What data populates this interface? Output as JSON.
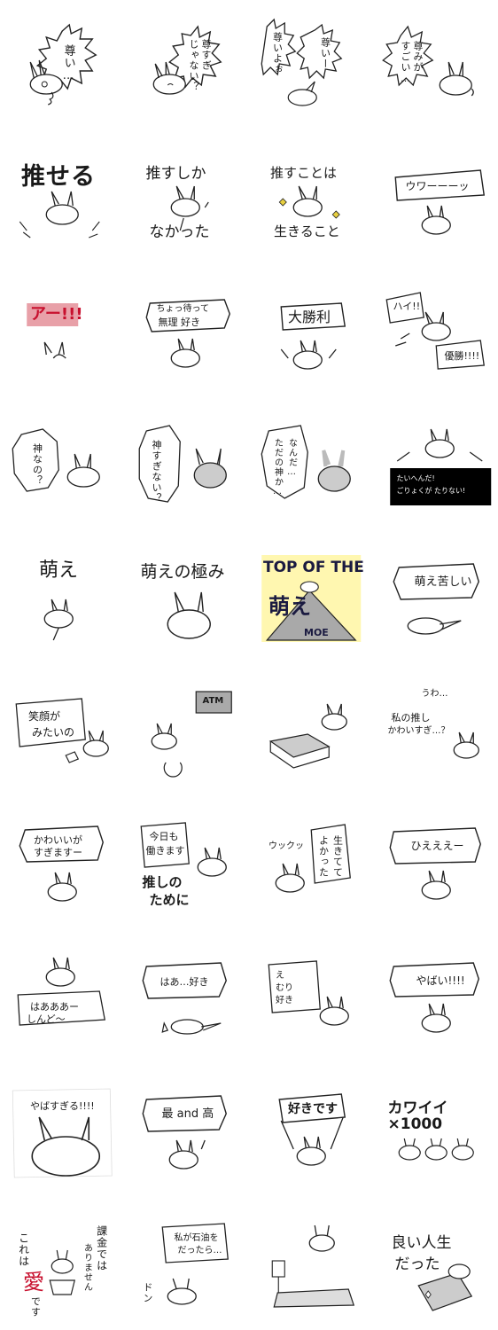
{
  "palette": {
    "ink": "#1a1a1a",
    "bg": "#ffffff",
    "yellow": "#fff7b0",
    "gray": "#a9a9a9",
    "black": "#000000",
    "red": "#c8102e",
    "pink": "#e8a0a8"
  },
  "stickers": [
    {
      "id": "r1c1",
      "lines": [
        "尊い…"
      ]
    },
    {
      "id": "r1c2",
      "lines": [
        "尊すぎ",
        "じゃない？"
      ]
    },
    {
      "id": "r1c3",
      "lines": [
        "尊いよぉ",
        "尊いー"
      ]
    },
    {
      "id": "r1c4",
      "lines": [
        "尊みが",
        "すごい…"
      ]
    },
    {
      "id": "r2c1",
      "lines": [
        "推せる"
      ]
    },
    {
      "id": "r2c2",
      "lines": [
        "推すしか",
        "なかった"
      ]
    },
    {
      "id": "r2c3",
      "lines": [
        "推すことは",
        "生きること"
      ]
    },
    {
      "id": "r2c4",
      "lines": [
        "ウワーーーッ"
      ]
    },
    {
      "id": "r3c1",
      "lines": [
        "アー!!!"
      ]
    },
    {
      "id": "r3c2",
      "lines": [
        "ちょっ待って",
        "無理 好き"
      ]
    },
    {
      "id": "r3c3",
      "lines": [
        "大勝利"
      ]
    },
    {
      "id": "r3c4",
      "lines": [
        "ハイ!!",
        "優勝!!!!"
      ]
    },
    {
      "id": "r4c1",
      "lines": [
        "神なの？"
      ]
    },
    {
      "id": "r4c2",
      "lines": [
        "神すぎない？"
      ]
    },
    {
      "id": "r4c3",
      "lines": [
        "なんだ…",
        "ただの神か…"
      ]
    },
    {
      "id": "r4c4",
      "lines": [
        "たいへんだ!",
        "ごりょくが たりない!"
      ]
    },
    {
      "id": "r5c1",
      "lines": [
        "萌え"
      ]
    },
    {
      "id": "r5c2",
      "lines": [
        "萌えの極み"
      ]
    },
    {
      "id": "r5c3",
      "lines": [
        "TOP OF THE",
        "萌え",
        "MOE"
      ]
    },
    {
      "id": "r5c4",
      "lines": [
        "萌え苦しい"
      ]
    },
    {
      "id": "r6c1",
      "lines": [
        "笑顔が",
        "みたいの"
      ]
    },
    {
      "id": "r6c2",
      "lines": [
        "ATM"
      ]
    },
    {
      "id": "r6c3",
      "lines": []
    },
    {
      "id": "r6c4",
      "lines": [
        "うわ…",
        "私の推し",
        "かわいすぎ…？"
      ]
    },
    {
      "id": "r7c1",
      "lines": [
        "かわいいが",
        "すぎますー"
      ]
    },
    {
      "id": "r7c2",
      "lines": [
        "今日も",
        "働きます",
        "推しの",
        "ために"
      ]
    },
    {
      "id": "r7c3",
      "lines": [
        "ウックッ",
        "生きてて",
        "よかった"
      ]
    },
    {
      "id": "r7c4",
      "lines": [
        "ひえええー"
      ]
    },
    {
      "id": "r8c1",
      "lines": [
        "はあああー",
        "しんど〜"
      ]
    },
    {
      "id": "r8c2",
      "lines": [
        "はあ…好き"
      ]
    },
    {
      "id": "r8c3",
      "lines": [
        "え",
        "むり",
        "好き"
      ]
    },
    {
      "id": "r8c4",
      "lines": [
        "やばい!!!!"
      ]
    },
    {
      "id": "r9c1",
      "lines": [
        "やばすぎる!!!!"
      ]
    },
    {
      "id": "r9c2",
      "lines": [
        "最 and 高"
      ]
    },
    {
      "id": "r9c3",
      "lines": [
        "好きです"
      ]
    },
    {
      "id": "r9c4",
      "lines": [
        "カワイイ×1000"
      ]
    },
    {
      "id": "r10c1",
      "lines": [
        "これは",
        "愛",
        "です",
        "課金では",
        "ありません"
      ]
    },
    {
      "id": "r10c2",
      "lines": [
        "私が石油を",
        "だったら…",
        "ドン"
      ]
    },
    {
      "id": "r10c3",
      "lines": []
    },
    {
      "id": "r10c4",
      "lines": [
        "良い人生",
        "だった"
      ]
    }
  ]
}
